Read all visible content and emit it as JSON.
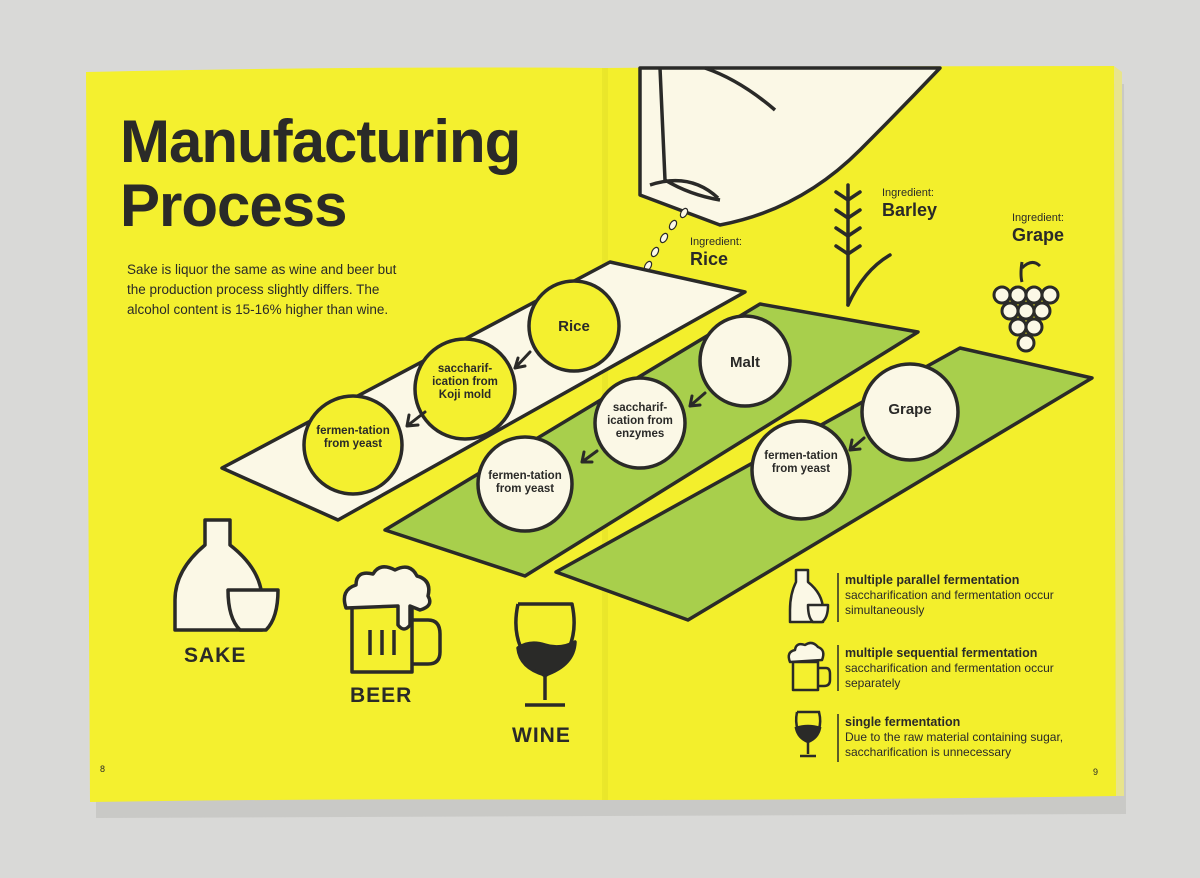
{
  "title_line1": "Manufacturing",
  "title_line2": "Process",
  "intro": "Sake is liquor the same as wine and beer but the production process slightly differs. The alcohol content is 15-16% higher than wine.",
  "ingredients": {
    "rice": {
      "prefix": "Ingredient:",
      "name": "Rice"
    },
    "barley": {
      "prefix": "Ingredient:",
      "name": "Barley"
    },
    "grape": {
      "prefix": "Ingredient:",
      "name": "Grape"
    }
  },
  "sake_steps": {
    "step1": "Rice",
    "step2": "saccharif-ication from Koji mold",
    "step3": "fermen-tation from yeast"
  },
  "beer_steps": {
    "step1": "Malt",
    "step2": "saccharif-ication from enzymes",
    "step3": "fermen-tation from yeast"
  },
  "wine_steps": {
    "step1": "Grape",
    "step2": "fermen-tation from yeast"
  },
  "drinks": {
    "sake": "SAKE",
    "beer": "BEER",
    "wine": "WINE"
  },
  "legend": [
    {
      "icon": "sake-icon",
      "heading": "multiple parallel fermentation",
      "desc": "saccharification and fermentation occur simultaneously"
    },
    {
      "icon": "beer-icon",
      "heading": "multiple sequential fermentation",
      "desc": "saccharification and fermentation occur separately"
    },
    {
      "icon": "wine-icon",
      "heading": "single fermentation",
      "desc": "Due to the raw material containing sugar, saccharification is unnecessary"
    }
  ],
  "page_left": "8",
  "page_right": "9",
  "colors": {
    "page": "#f4f02f",
    "ink": "#2a2a28",
    "cream": "#fbf8e6",
    "green": "#a8cf4c",
    "background": "#d9d9d7"
  }
}
